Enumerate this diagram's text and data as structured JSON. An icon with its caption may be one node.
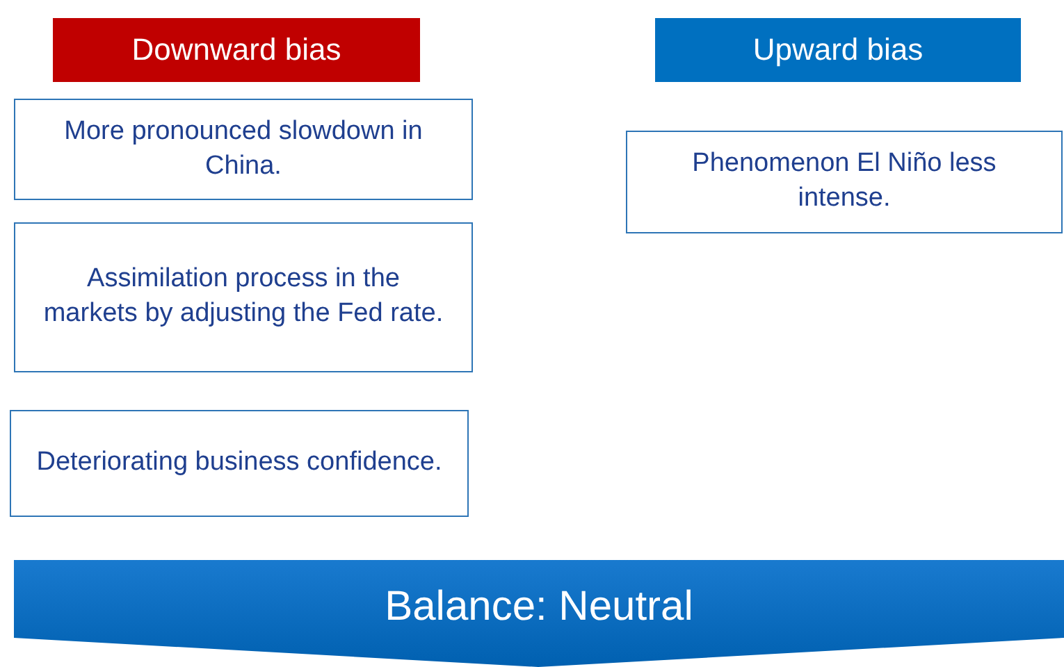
{
  "diagram": {
    "nodes": [
      {
        "text": [
          "Downward bias"
        ]
      },
      {
        "text": [
          "Upward bias"
        ]
      },
      {
        "text": [
          "More pronounced slowdown in China."
        ]
      },
      {
        "text": [
          "Assimilation process in the markets by adjusting the Fed rate."
        ]
      },
      {
        "text": [
          "Deteriorating business confidence."
        ]
      },
      {
        "text": [
          "Phenomenon El Niño less intense."
        ]
      },
      {
        "text": [
          "Balance: Neutral"
        ]
      }
    ],
    "edges": []
  }
}
